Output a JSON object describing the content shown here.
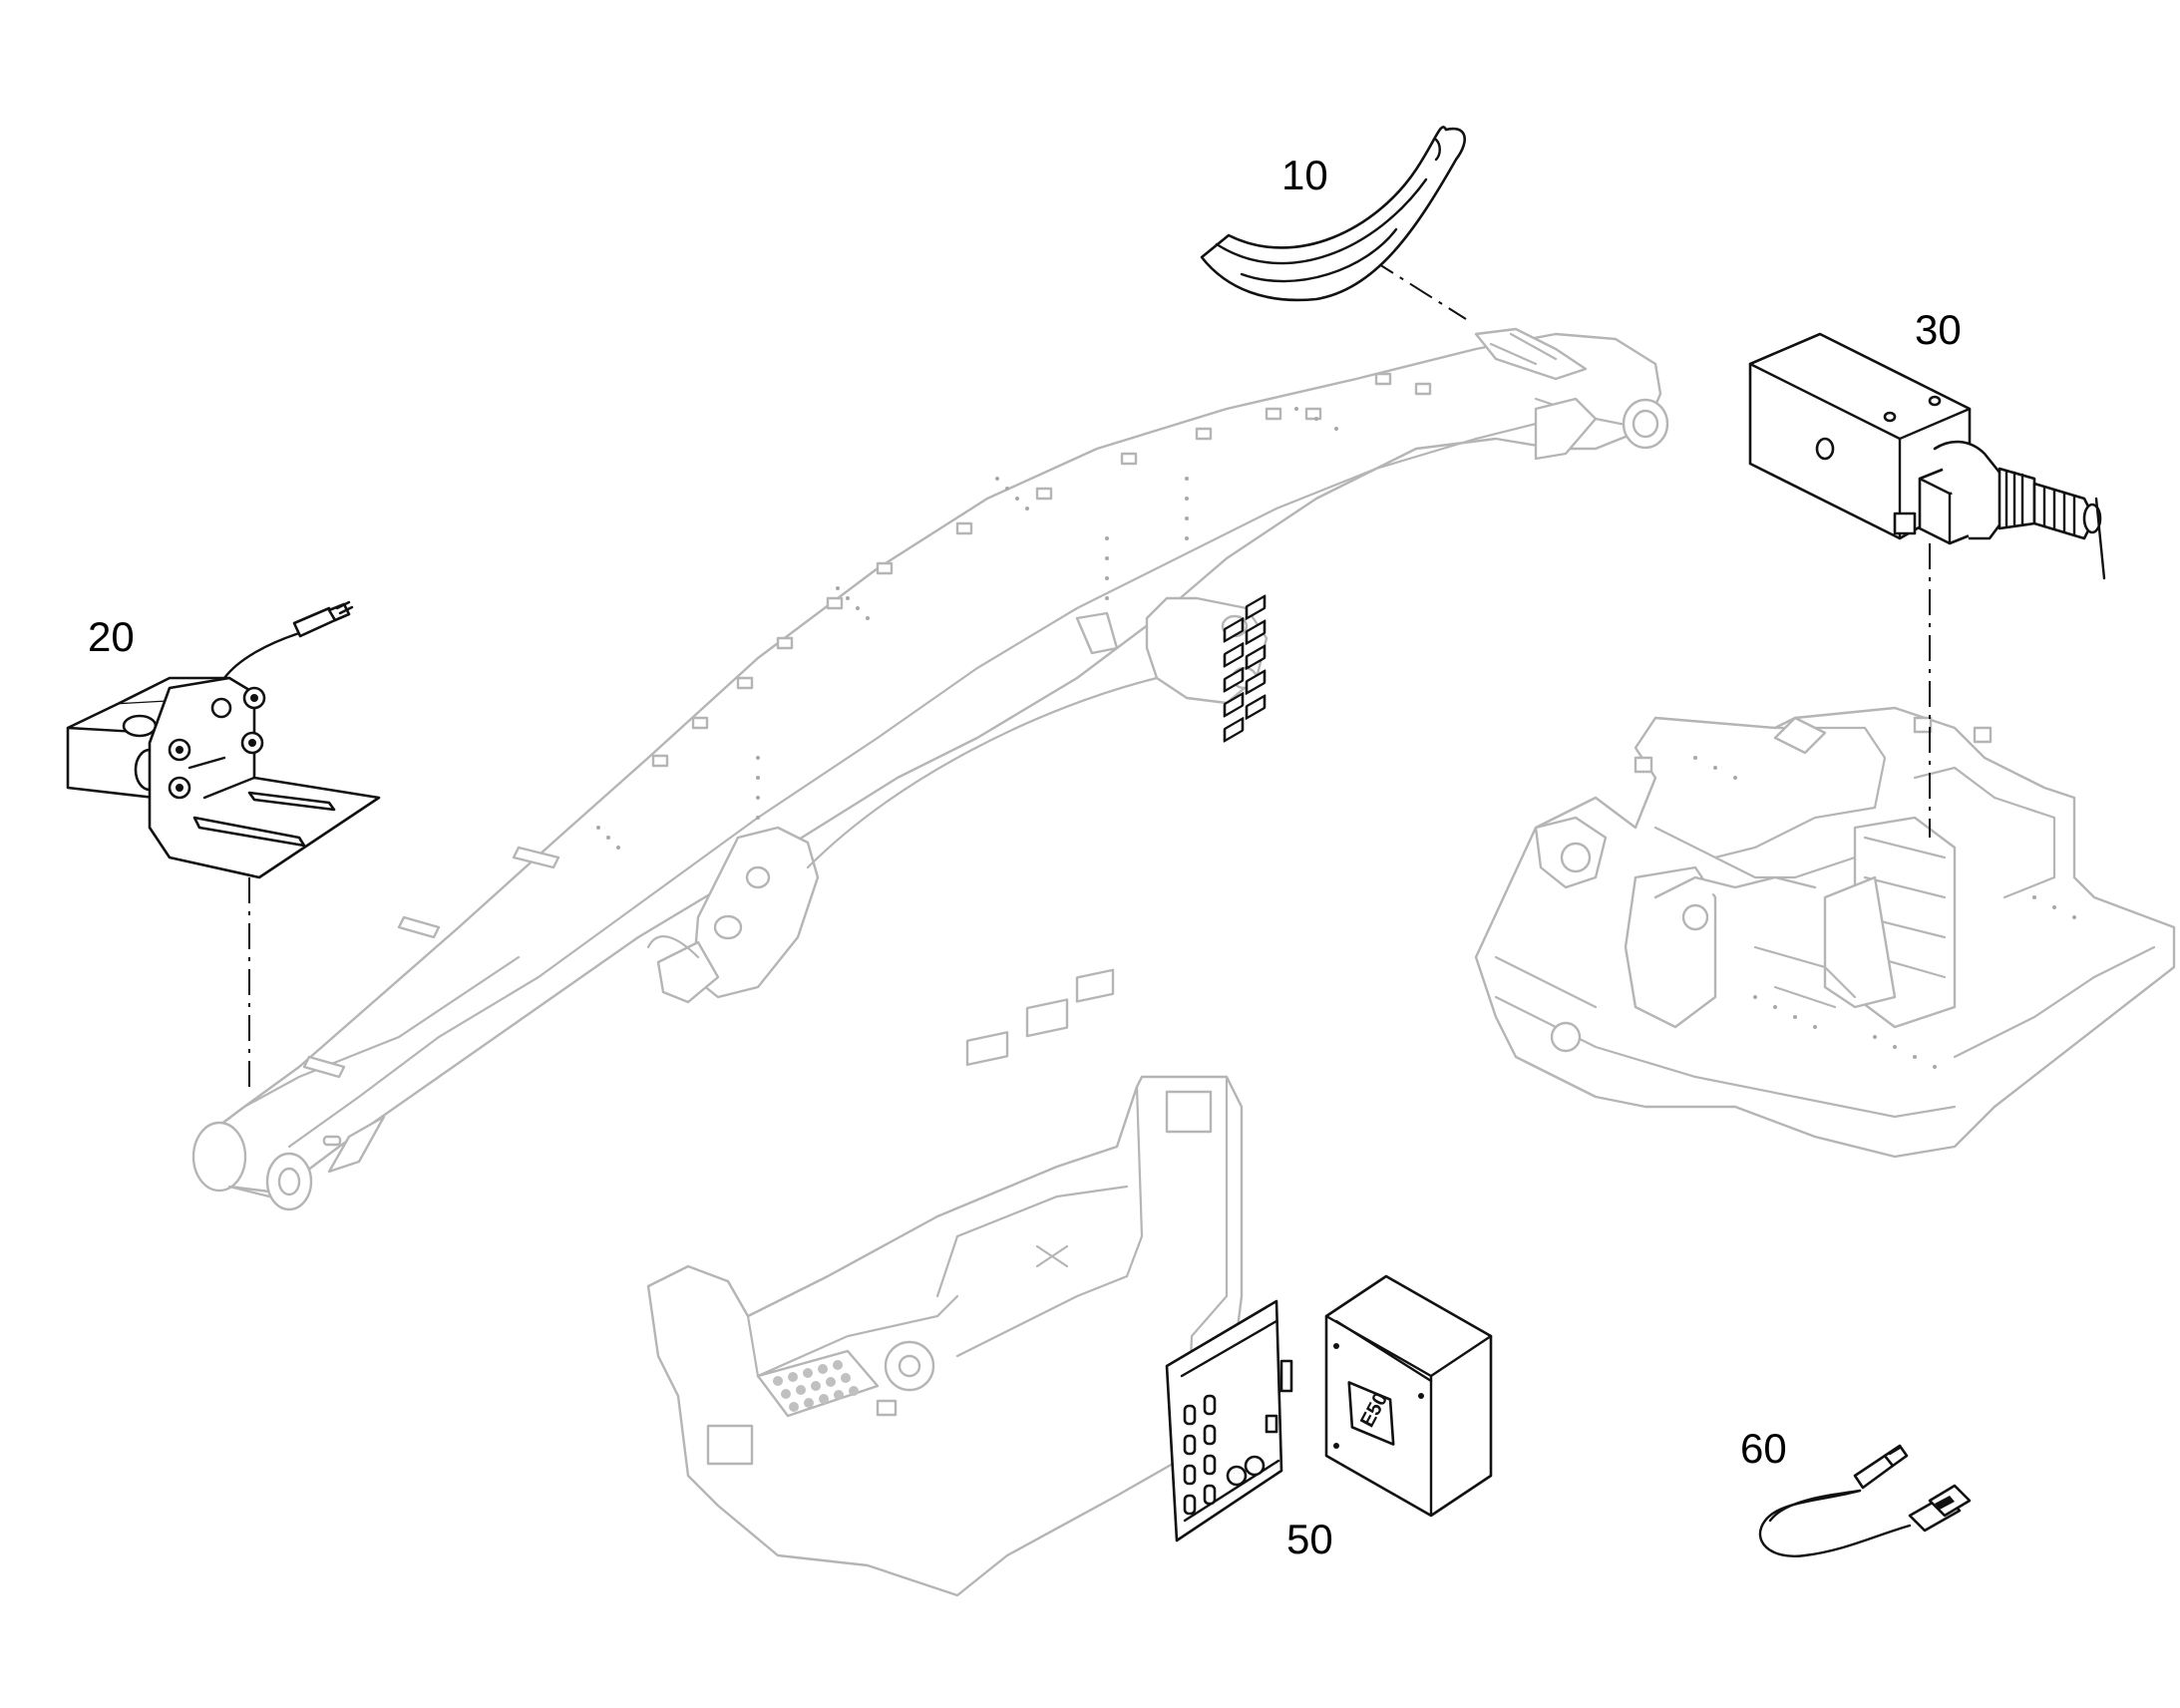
{
  "callouts": {
    "c10": "10",
    "c20": "20",
    "c30": "30",
    "c50": "50",
    "c60": "60"
  },
  "labels": {
    "box_plate": "E50"
  },
  "colors": {
    "part_stroke": "#111111",
    "context_stroke": "#b5b5b5",
    "background": "#ffffff"
  }
}
